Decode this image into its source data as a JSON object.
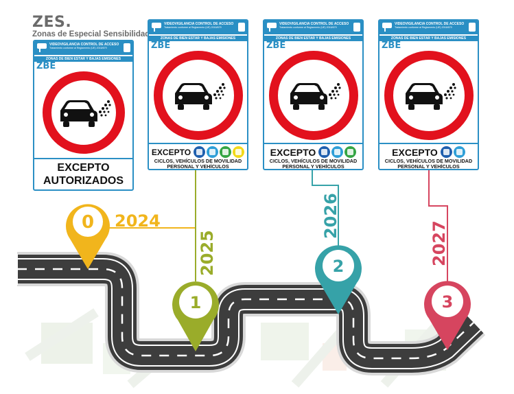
{
  "brand": {
    "title": "ZES.",
    "subtitle": "Zonas de Especial Sensibilidad"
  },
  "sign": {
    "header_line1": "VIDEOVIGILANCIA CONTROL DE ACCESO",
    "header_line2": "Tratamiento conforme al Reglamento (UE) 2016/679",
    "band": "ZONAS DE BIEN ESTAR Y BAJAS EMISIONES",
    "zbe": "ZBE",
    "excepto": "EXCEPTO",
    "autorizados_line1": "EXCEPTO",
    "autorizados_line2": "AUTORIZADOS",
    "sub_line1": "CICLOS, VEHÍCULOS DE MOVILIDAD",
    "sub_line2": "PERSONAL Y VEHÍCULOS AUTORIZADOS"
  },
  "milestones": [
    {
      "label": "0",
      "year": "2024",
      "color": "#f1b51c",
      "badges": []
    },
    {
      "label": "1",
      "year": "2025",
      "color": "#9aac2a",
      "badges": [
        "zero",
        "eco",
        "c",
        "b"
      ]
    },
    {
      "label": "2",
      "year": "2026",
      "color": "#36a2a8",
      "badges": [
        "zero",
        "eco",
        "c"
      ]
    },
    {
      "label": "3",
      "year": "2027",
      "color": "#d6455f",
      "badges": [
        "zero",
        "eco"
      ]
    }
  ],
  "colors": {
    "sign_blue": "#2a8fc4",
    "prohibition_red": "#e2111d",
    "road": "#3d3d3d"
  }
}
